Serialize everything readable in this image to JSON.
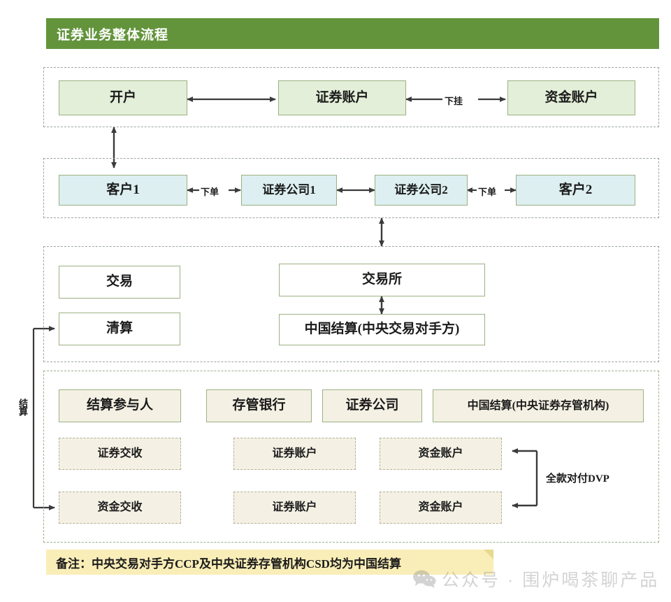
{
  "header": {
    "title": "证券业务整体流程"
  },
  "sections": {
    "account": {
      "boxes": [
        {
          "label": "开户"
        },
        {
          "label": "证券账户"
        },
        {
          "label": "资金账户"
        }
      ],
      "edge_labels": [
        "下挂"
      ]
    },
    "order": {
      "boxes": [
        {
          "label": "客户1"
        },
        {
          "label": "证券公司1"
        },
        {
          "label": "证券公司2"
        },
        {
          "label": "客户2"
        }
      ],
      "edge_labels": [
        "下单",
        "下单"
      ]
    },
    "trade_clearing": {
      "left_boxes": [
        {
          "label": "交易"
        },
        {
          "label": "清算"
        }
      ],
      "right_boxes": [
        {
          "label": "交易所"
        },
        {
          "label": "中国结算(中央交易对手方)"
        }
      ]
    },
    "settlement": {
      "columns": [
        {
          "header": "结算参与人",
          "rows": [
            "证券交收",
            "资金交收"
          ]
        },
        {
          "header": "存管银行",
          "rows": [
            "证券账户",
            "证券账户"
          ]
        },
        {
          "header": "证券公司",
          "rows": [
            "资金账户",
            "资金账户"
          ]
        },
        {
          "header": "中国结算(中央证券存管机构)",
          "rows": []
        }
      ],
      "edge_labels": [
        "全款对付DVP"
      ]
    },
    "side_label": "结算"
  },
  "note": {
    "text": "备注：中央交易对手方CCP及中央证券存管机构CSD均为中国结算"
  },
  "watermark": {
    "text": "公众号 · 围炉喝茶聊产品",
    "icon": "wechat-icon"
  },
  "colors": {
    "title_green": "#63943c",
    "box_border_green": "#9cb184",
    "fill_green": "#e3efd8",
    "fill_cyan": "#ddeff0",
    "fill_cream": "#f4f1e4",
    "note_yellow": "#faeeb8",
    "arrow": "#3a3a3a"
  }
}
